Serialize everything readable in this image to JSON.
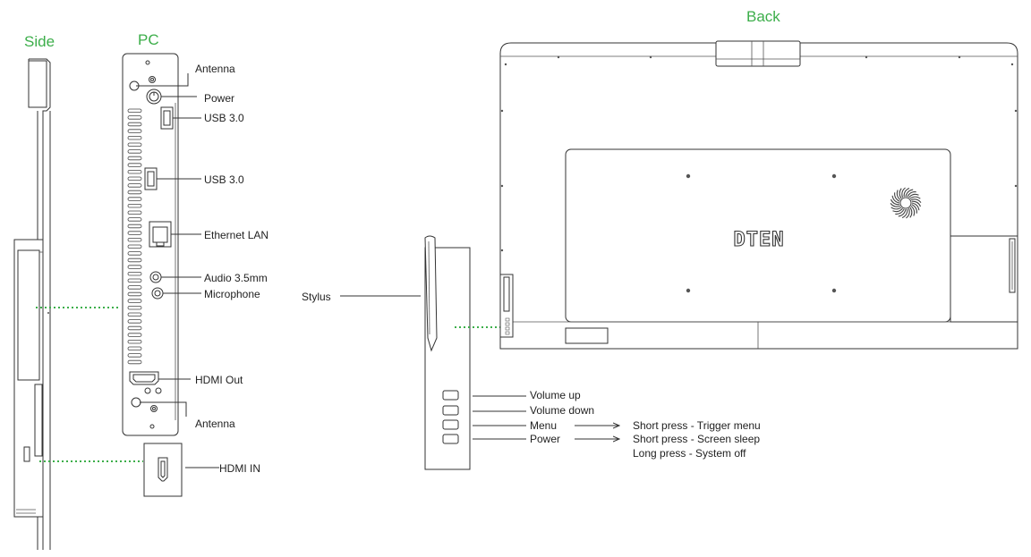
{
  "titles": {
    "side": "Side",
    "pc": "PC",
    "back": "Back"
  },
  "pc_ports": {
    "antenna_top": "Antenna",
    "power": "Power",
    "usb_a": "USB 3.0",
    "usb_b": "USB 3.0",
    "ethernet": "Ethernet LAN",
    "audio": "Audio 3.5mm",
    "microphone": "Microphone",
    "hdmi_out": "HDMI Out",
    "antenna_bottom": "Antenna"
  },
  "hdmi_in": "HDMI IN",
  "brand_logo": "DTEN",
  "stylus": "Stylus",
  "side_buttons": {
    "volume_up": "Volume up",
    "volume_down": "Volume down",
    "menu": "Menu",
    "power": "Power"
  },
  "button_actions": {
    "menu_short": "Short press - Trigger menu",
    "power_short": "Short press - Screen sleep",
    "power_long": "Long press - System off"
  },
  "colors": {
    "accent_green": "#3cae4a",
    "line": "#333333"
  }
}
